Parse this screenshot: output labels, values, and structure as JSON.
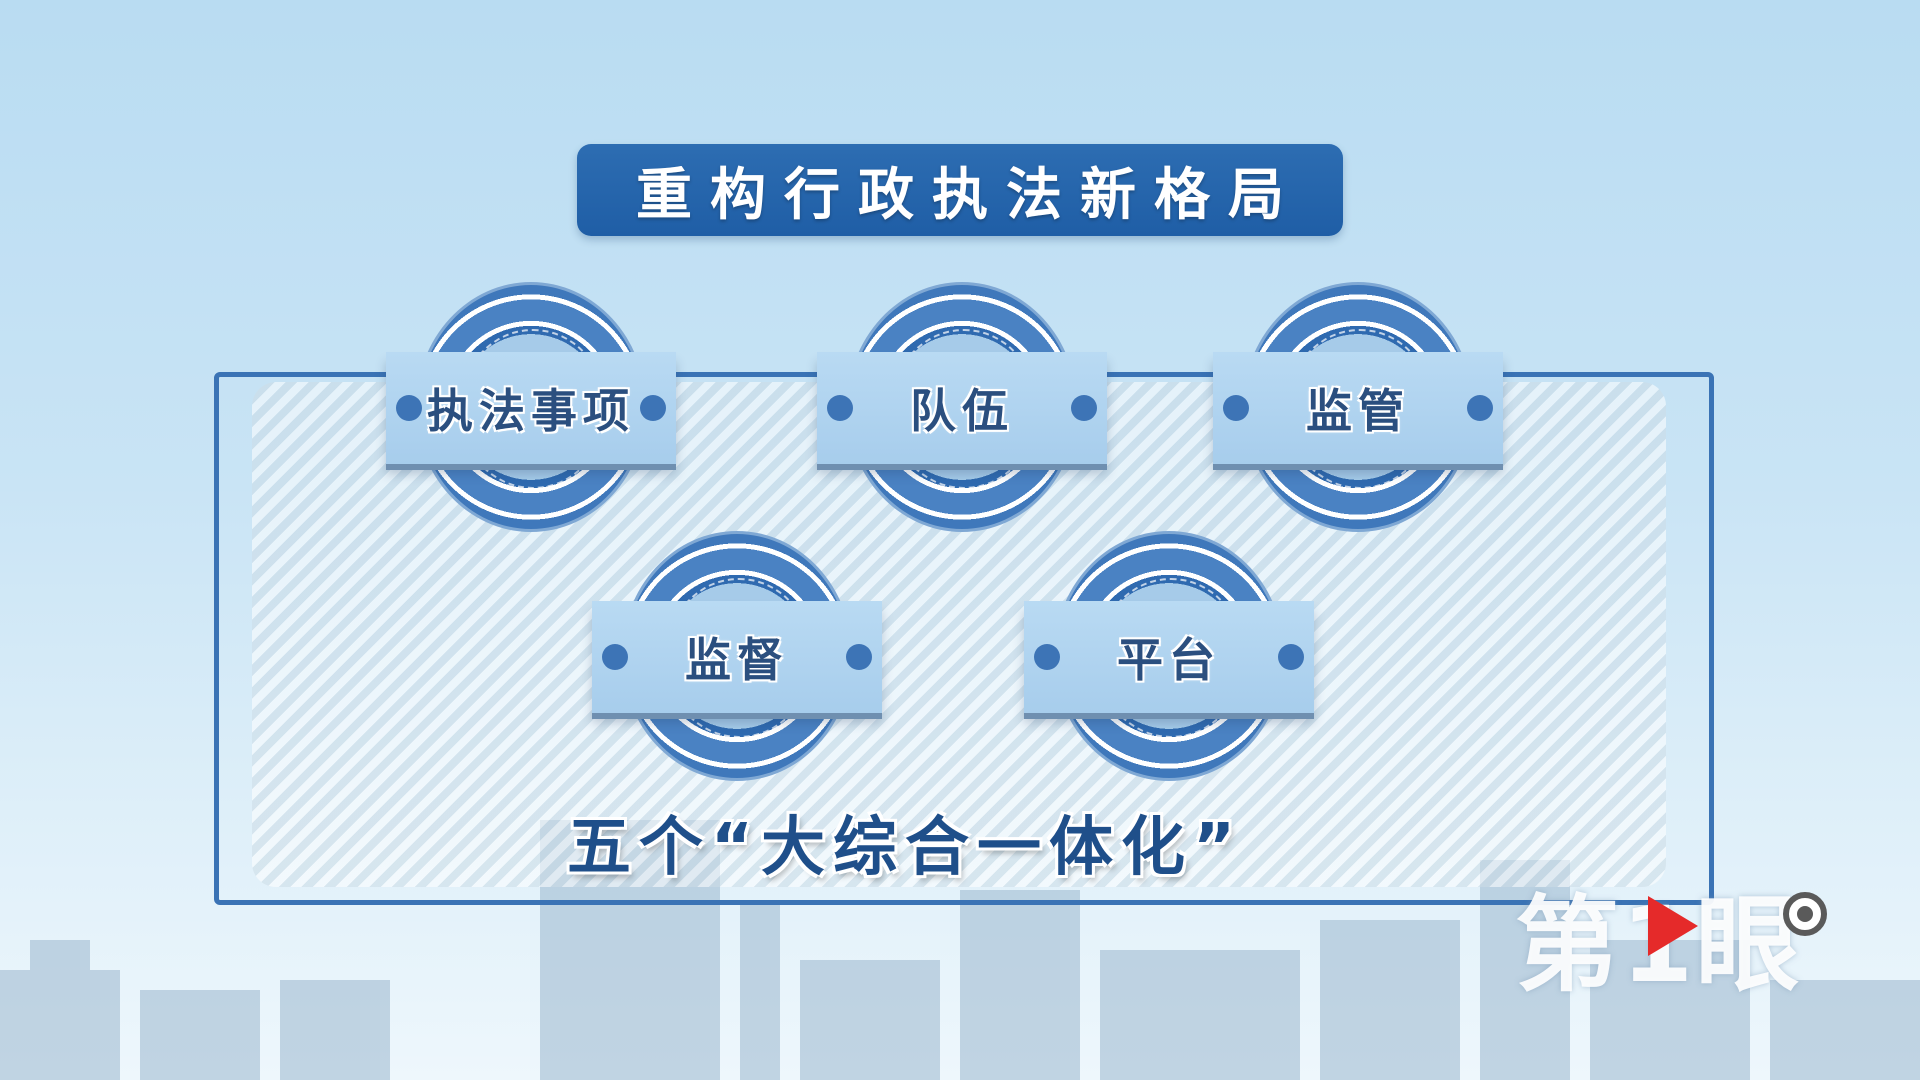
{
  "title": "重构行政执法新格局",
  "nodes": [
    {
      "label": "执法事项"
    },
    {
      "label": "队伍"
    },
    {
      "label": "监管"
    },
    {
      "label": "监督"
    },
    {
      "label": "平台"
    }
  ],
  "summary": "五个“大综合一体化”",
  "logo": {
    "text": "第1眼"
  },
  "colors": {
    "title_bg": "#1f5ea6",
    "frame": "#3a73b5",
    "plate": "#a7cdec",
    "node_text": "#2b4f7f",
    "summary_text": "#1f4f8a",
    "logo_play": "#e52a2a"
  }
}
